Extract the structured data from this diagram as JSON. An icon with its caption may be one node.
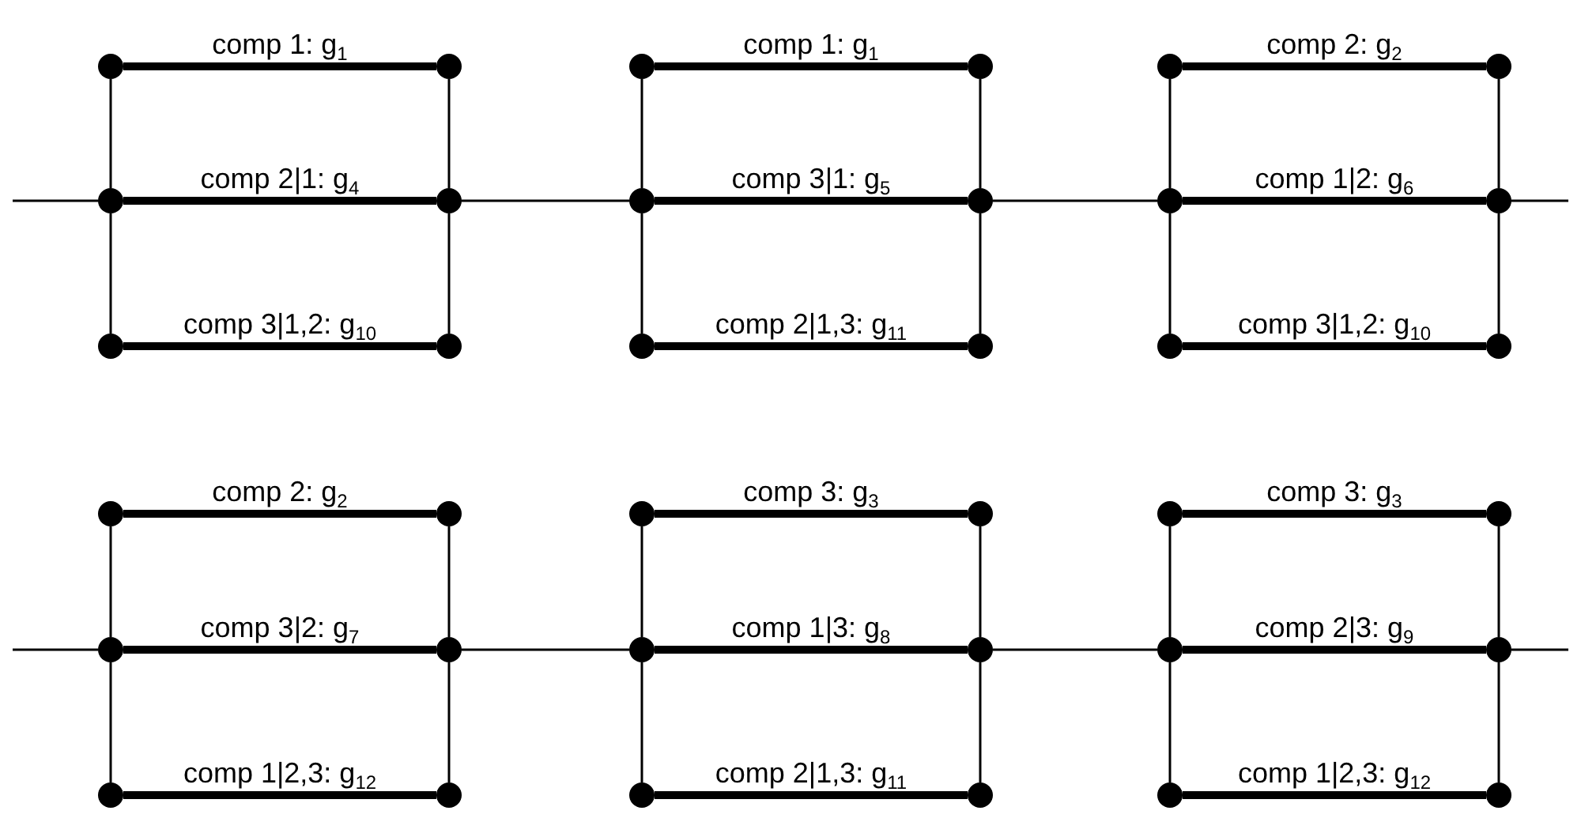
{
  "diagram": {
    "nodes": [
      {
        "text": [],
        "shape": "circle"
      },
      {
        "text": [],
        "shape": "circle"
      },
      {
        "text": [],
        "shape": "circle"
      },
      {
        "text": [],
        "shape": "circle"
      },
      {
        "text": [],
        "shape": "circle"
      },
      {
        "text": [],
        "shape": "circle"
      },
      {
        "text": [],
        "shape": "circle"
      },
      {
        "text": [],
        "shape": "circle"
      },
      {
        "text": [],
        "shape": "circle"
      },
      {
        "text": [],
        "shape": "circle"
      },
      {
        "text": [],
        "shape": "circle"
      },
      {
        "text": [],
        "shape": "circle"
      },
      {
        "text": [],
        "shape": "circle"
      },
      {
        "text": [],
        "shape": "circle"
      },
      {
        "text": [],
        "shape": "circle"
      },
      {
        "text": [],
        "shape": "circle"
      },
      {
        "text": [],
        "shape": "circle"
      },
      {
        "text": [],
        "shape": "circle"
      },
      {
        "text": [],
        "shape": "circle"
      },
      {
        "text": [],
        "shape": "circle"
      },
      {
        "text": [],
        "shape": "circle"
      },
      {
        "text": [],
        "shape": "circle"
      },
      {
        "text": [],
        "shape": "circle"
      },
      {
        "text": [],
        "shape": "circle"
      },
      {
        "text": [],
        "shape": "circle"
      },
      {
        "text": [],
        "shape": "circle"
      },
      {
        "text": [],
        "shape": "circle"
      },
      {
        "text": [],
        "shape": "circle"
      },
      {
        "text": [],
        "shape": "circle"
      },
      {
        "text": [],
        "shape": "circle"
      },
      {
        "text": [],
        "shape": "circle"
      },
      {
        "text": [],
        "shape": "circle"
      },
      {
        "text": [],
        "shape": "circle"
      },
      {
        "text": [],
        "shape": "circle"
      },
      {
        "text": [],
        "shape": "circle"
      },
      {
        "text": [],
        "shape": "circle"
      }
    ],
    "edges": [
      {
        "from": 0,
        "to": 1,
        "arrow": "none",
        "label": "comp 1: g$_{1}$",
        "style": "thick"
      },
      {
        "from": 0,
        "to": 2,
        "arrow": "none"
      },
      {
        "from": 1,
        "to": 3,
        "arrow": "none"
      },
      {
        "from": 2,
        "to": 3,
        "arrow": "none",
        "label": "comp 2|1: g$_{4}$",
        "style": "thick"
      },
      {
        "from": 2,
        "to": 4,
        "arrow": "none"
      },
      {
        "from": 3,
        "to": 5,
        "arrow": "none"
      },
      {
        "from": 4,
        "to": 5,
        "arrow": "none",
        "label": "comp 3|1,2: g$_{10}$",
        "style": "thick"
      },
      {
        "from": 6,
        "to": 7,
        "arrow": "none",
        "label": "comp 1: g$_{1}$",
        "style": "thick"
      },
      {
        "from": 6,
        "to": 8,
        "arrow": "none"
      },
      {
        "from": 7,
        "to": 9,
        "arrow": "none"
      },
      {
        "from": 8,
        "to": 9,
        "arrow": "none",
        "label": "comp 3|1: g$_{5}$",
        "style": "thick"
      },
      {
        "from": 8,
        "to": 10,
        "arrow": "none"
      },
      {
        "from": 9,
        "to": 11,
        "arrow": "none"
      },
      {
        "from": 10,
        "to": 11,
        "arrow": "none",
        "label": "comp 2|1,3: g$_{11}$",
        "style": "thick"
      },
      {
        "from": 12,
        "to": 13,
        "arrow": "none",
        "label": "comp 2: g$_{2}$",
        "style": "thick"
      },
      {
        "from": 12,
        "to": 14,
        "arrow": "none"
      },
      {
        "from": 13,
        "to": 15,
        "arrow": "none"
      },
      {
        "from": 14,
        "to": 15,
        "arrow": "none",
        "label": "comp 1|2: g$_{6}$",
        "style": "thick"
      },
      {
        "from": 14,
        "to": 16,
        "arrow": "none"
      },
      {
        "from": 15,
        "to": 17,
        "arrow": "none"
      },
      {
        "from": 16,
        "to": 17,
        "arrow": "none",
        "label": "comp 3|1,2: g$_{10}$",
        "style": "thick"
      },
      {
        "from": null,
        "to": 2,
        "arrow": "none"
      },
      {
        "from": 3,
        "to": 8,
        "arrow": "none"
      },
      {
        "from": 9,
        "to": 14,
        "arrow": "none"
      },
      {
        "from": 15,
        "to": null,
        "arrow": "none"
      },
      {
        "from": 18,
        "to": 19,
        "arrow": "none",
        "label": "comp 2: g$_{2}$",
        "style": "thick"
      },
      {
        "from": 18,
        "to": 20,
        "arrow": "none"
      },
      {
        "from": 19,
        "to": 21,
        "arrow": "none"
      },
      {
        "from": 20,
        "to": 21,
        "arrow": "none",
        "label": "comp 3|2: g$_{7}$",
        "style": "thick"
      },
      {
        "from": 20,
        "to": 22,
        "arrow": "none"
      },
      {
        "from": 21,
        "to": 23,
        "arrow": "none"
      },
      {
        "from": 22,
        "to": 23,
        "arrow": "none",
        "label": "comp 1|2,3: g$_{12}$",
        "style": "thick"
      },
      {
        "from": 24,
        "to": 25,
        "arrow": "none",
        "label": "comp 3: g$_{3}$",
        "style": "thick"
      },
      {
        "from": 24,
        "to": 26,
        "arrow": "none"
      },
      {
        "from": 25,
        "to": 27,
        "arrow": "none"
      },
      {
        "from": 26,
        "to": 27,
        "arrow": "none",
        "label": "comp 1|3: g$_{8}$",
        "style": "thick"
      },
      {
        "from": 26,
        "to": 28,
        "arrow": "none"
      },
      {
        "from": 27,
        "to": 29,
        "arrow": "none"
      },
      {
        "from": 28,
        "to": 29,
        "arrow": "none",
        "label": "comp 2|1,3: g$_{11}$",
        "style": "thick"
      },
      {
        "from": 30,
        "to": 31,
        "arrow": "none",
        "label": "comp 3: g$_{3}$",
        "style": "thick"
      },
      {
        "from": 30,
        "to": 32,
        "arrow": "none"
      },
      {
        "from": 31,
        "to": 33,
        "arrow": "none"
      },
      {
        "from": 32,
        "to": 33,
        "arrow": "none",
        "label": "comp 2|3: g$_{9}$",
        "style": "thick"
      },
      {
        "from": 32,
        "to": 34,
        "arrow": "none"
      },
      {
        "from": 33,
        "to": 35,
        "arrow": "none"
      },
      {
        "from": 34,
        "to": 35,
        "arrow": "none",
        "label": "comp 1|2,3: g$_{12}$",
        "style": "thick"
      },
      {
        "from": null,
        "to": 20,
        "arrow": "none"
      },
      {
        "from": 21,
        "to": 26,
        "arrow": "none"
      },
      {
        "from": 27,
        "to": 32,
        "arrow": "none"
      },
      {
        "from": 33,
        "to": null,
        "arrow": "none"
      }
    ]
  }
}
